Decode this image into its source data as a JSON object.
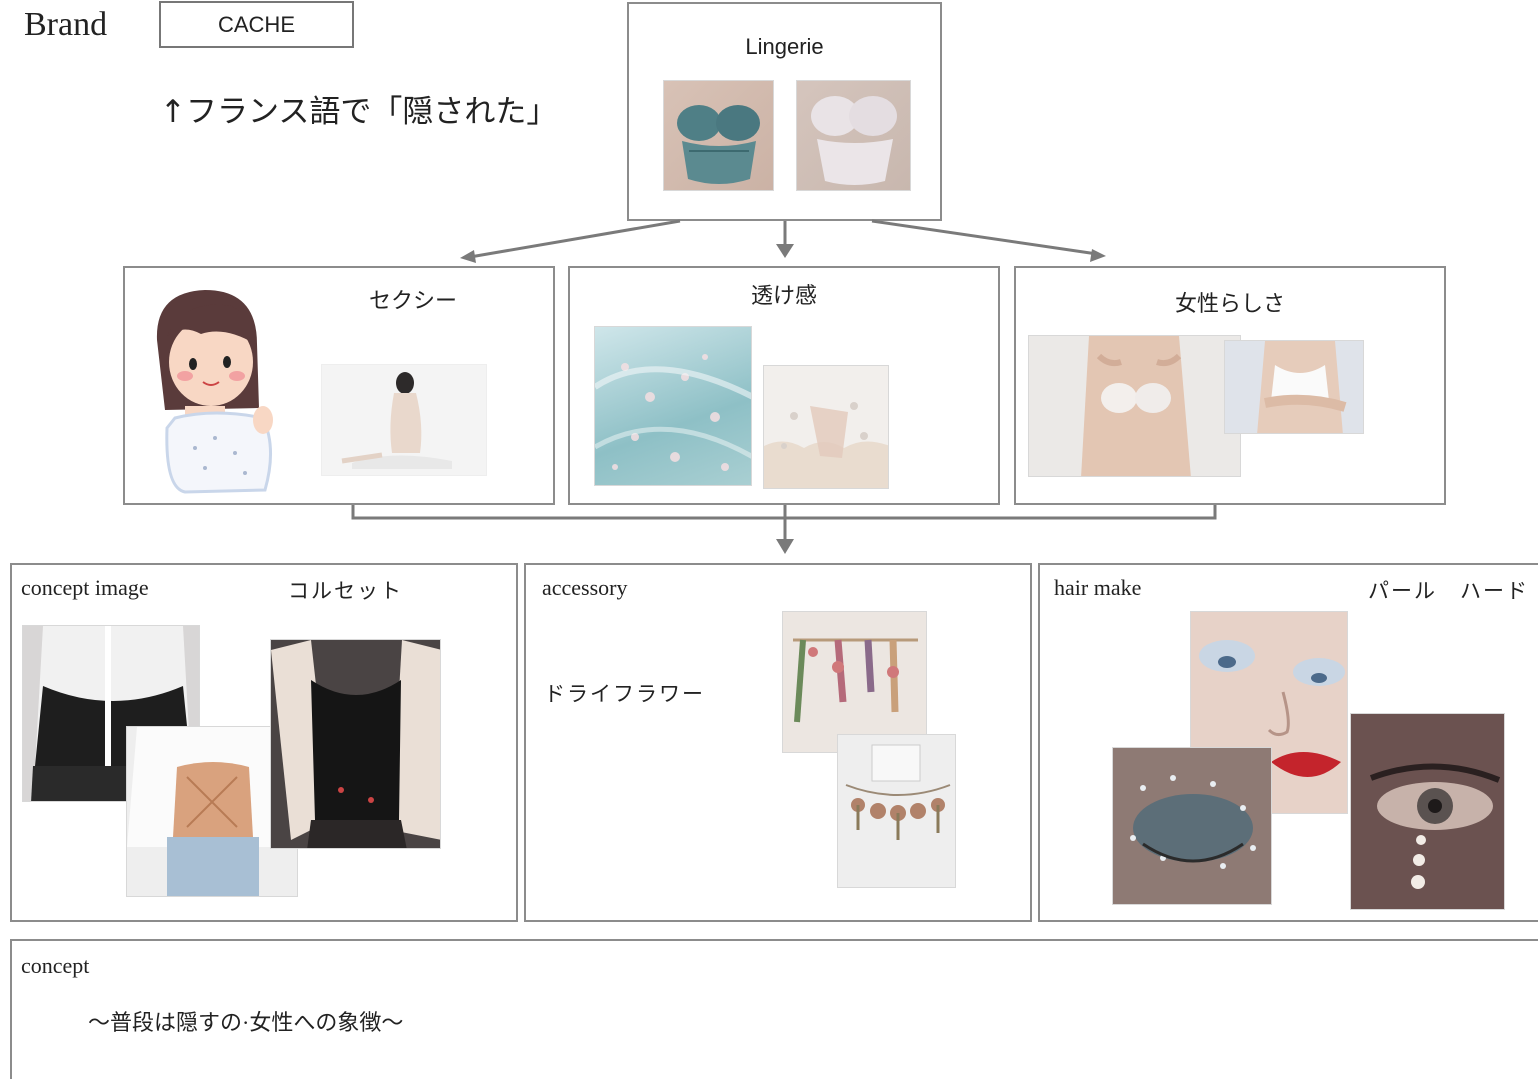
{
  "header": {
    "brand_label": "Brand",
    "brand_name": "CACHE",
    "note": "↑フランス語で「隠された」"
  },
  "top": {
    "title": "Lingerie"
  },
  "middle": [
    {
      "title": "セクシー"
    },
    {
      "title": "透け感"
    },
    {
      "title": "女性らしさ"
    }
  ],
  "bottom": [
    {
      "label": "concept image",
      "sub": "コルセット"
    },
    {
      "label": "accessory",
      "sub": "ドライフラワー"
    },
    {
      "label": "hair make",
      "sub": "パール　ハード"
    }
  ],
  "concept": {
    "label": "concept",
    "text": "～普段は隠すの·女性への象徴～"
  },
  "colors": {
    "border": "#8c8c8c",
    "arrow": "#7a7a7a"
  }
}
